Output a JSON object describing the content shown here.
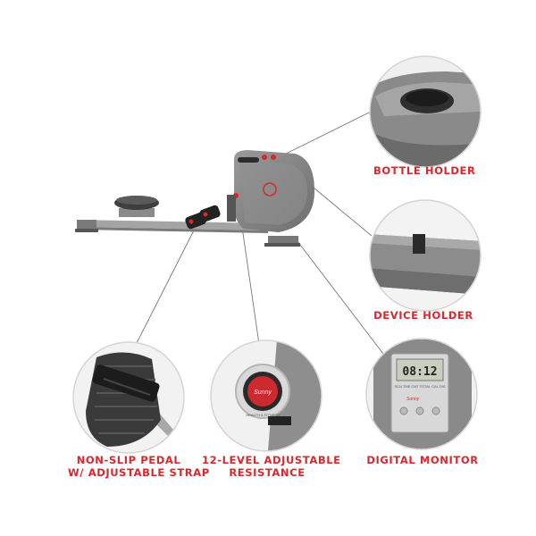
{
  "callouts": {
    "bottle_holder": "BOTTLE HOLDER",
    "device_holder": "DEVICE HOLDER",
    "digital_monitor": "DIGITAL MONITOR",
    "pedal_line1": "NON-SLIP PEDAL",
    "pedal_line2": "W/ ADJUSTABLE STRAP",
    "resistance_line1": "12-LEVEL ADJUSTABLE",
    "resistance_line2": "RESISTANCE"
  },
  "monitor": {
    "display": "08:12",
    "mode_text": "SCN TME CNT TOTAL CAL DIS",
    "brand": "Sunny"
  },
  "dial": {
    "brand": "Sunny",
    "ring_text": "HEALTH & FITNESS"
  },
  "colors": {
    "accent": "#d9272e",
    "machine_gray": "#8c8c8c",
    "circle_border": "#d4d4d4"
  }
}
